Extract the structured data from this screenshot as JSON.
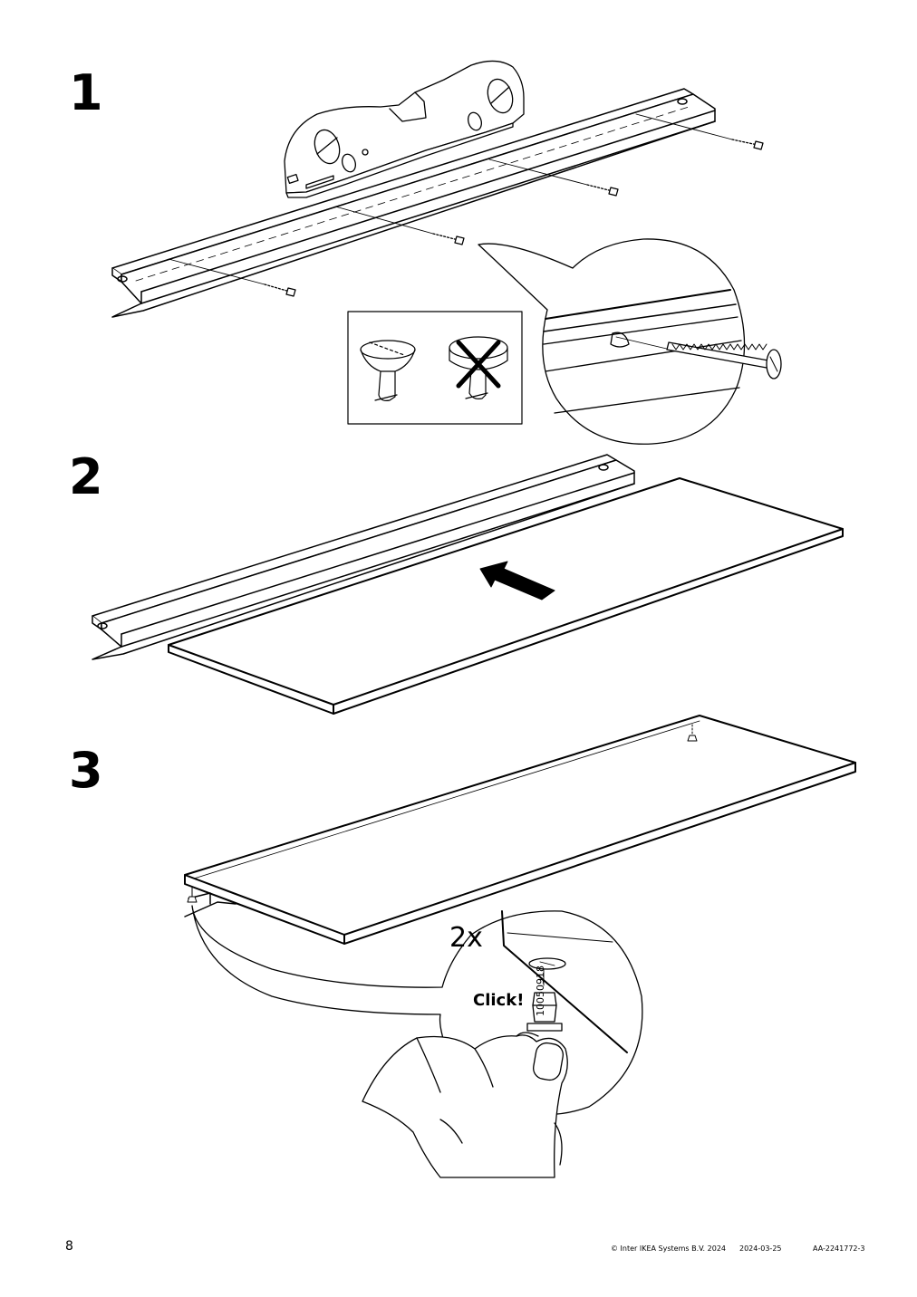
{
  "steps": [
    {
      "number": "1"
    },
    {
      "number": "2"
    },
    {
      "number": "3"
    }
  ],
  "step3": {
    "quantity": "2x",
    "click_label": "Click!",
    "part_number": "10050918"
  },
  "footer": {
    "page": "8",
    "copyright": "© Inter IKEA Systems B.V. 2024",
    "date": "2024-03-25",
    "doc_id": "AA-2241772-3"
  }
}
